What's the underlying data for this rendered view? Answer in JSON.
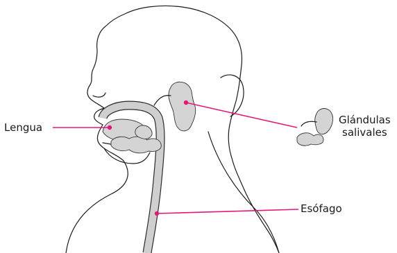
{
  "labels": {
    "lengua": "Lengua",
    "glandulas_line1": "Glándulas",
    "glandulas_line2": "salivales",
    "esofago": "Esófago"
  },
  "colors": {
    "leader": "#e3197a",
    "organ_fill": "#d4d4d4",
    "outline": "#1a1a1a"
  }
}
